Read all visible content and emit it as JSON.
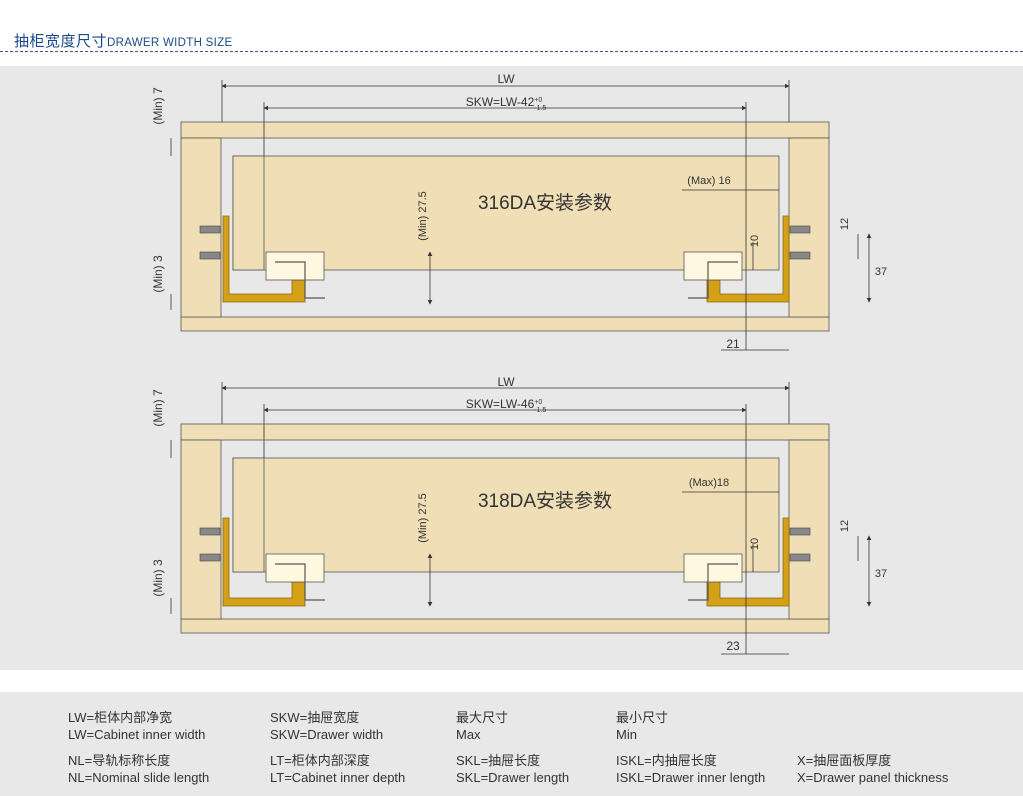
{
  "header": {
    "title_cn": "抽柜宽度尺寸",
    "title_en": "DRAWER WIDTH SIZE"
  },
  "colors": {
    "wood": "#f0dfb6",
    "wood_edge": "#555555",
    "panel_bg": "#e8e8e8",
    "slide_gold": "#d4a018",
    "title_blue": "#1a4a8a"
  },
  "diagrams": [
    {
      "model": "316DA安装参数",
      "lw": "LW",
      "skw_prefix": "SKW=LW-42",
      "tol_upper": "+0",
      "tol_lower": "-1.5",
      "min7": "(Min) 7",
      "min3": "(Min) 3",
      "min275": "(Min) 27.5",
      "max_label": "(Max) 16",
      "dim10": "10",
      "dim12": "12",
      "dim37": "37",
      "side": "21"
    },
    {
      "model": "318DA安装参数",
      "lw": "LW",
      "skw_prefix": "SKW=LW-46",
      "tol_upper": "+0",
      "tol_lower": "-1.5",
      "min7": "(Min) 7",
      "min3": "(Min) 3",
      "min275": "(Min) 27.5",
      "max_label": "(Max)18",
      "dim10": "10",
      "dim12": "12",
      "dim37": "37",
      "side": "23"
    }
  ],
  "legend": {
    "lw_cn": "LW=柜体内部净宽",
    "lw_en": "LW=Cabinet inner width",
    "skw_cn": "SKW=抽屉宽度",
    "skw_en": "SKW=Drawer width",
    "max_cn": "最大尺寸",
    "max_en": "Max",
    "min_cn": "最小尺寸",
    "min_en": "Min",
    "nl_cn": "NL=导轨标称长度",
    "nl_en": "NL=Nominal slide length",
    "lt_cn": "LT=柜体内部深度",
    "lt_en": "LT=Cabinet inner depth",
    "skl_cn": "SKL=抽屉长度",
    "skl_en": "SKL=Drawer length",
    "iskl_cn": "ISKL=内抽屉长度",
    "iskl_en": "ISKL=Drawer inner length",
    "x_cn": "X=抽屉面板厚度",
    "x_en": "X=Drawer panel thickness"
  }
}
